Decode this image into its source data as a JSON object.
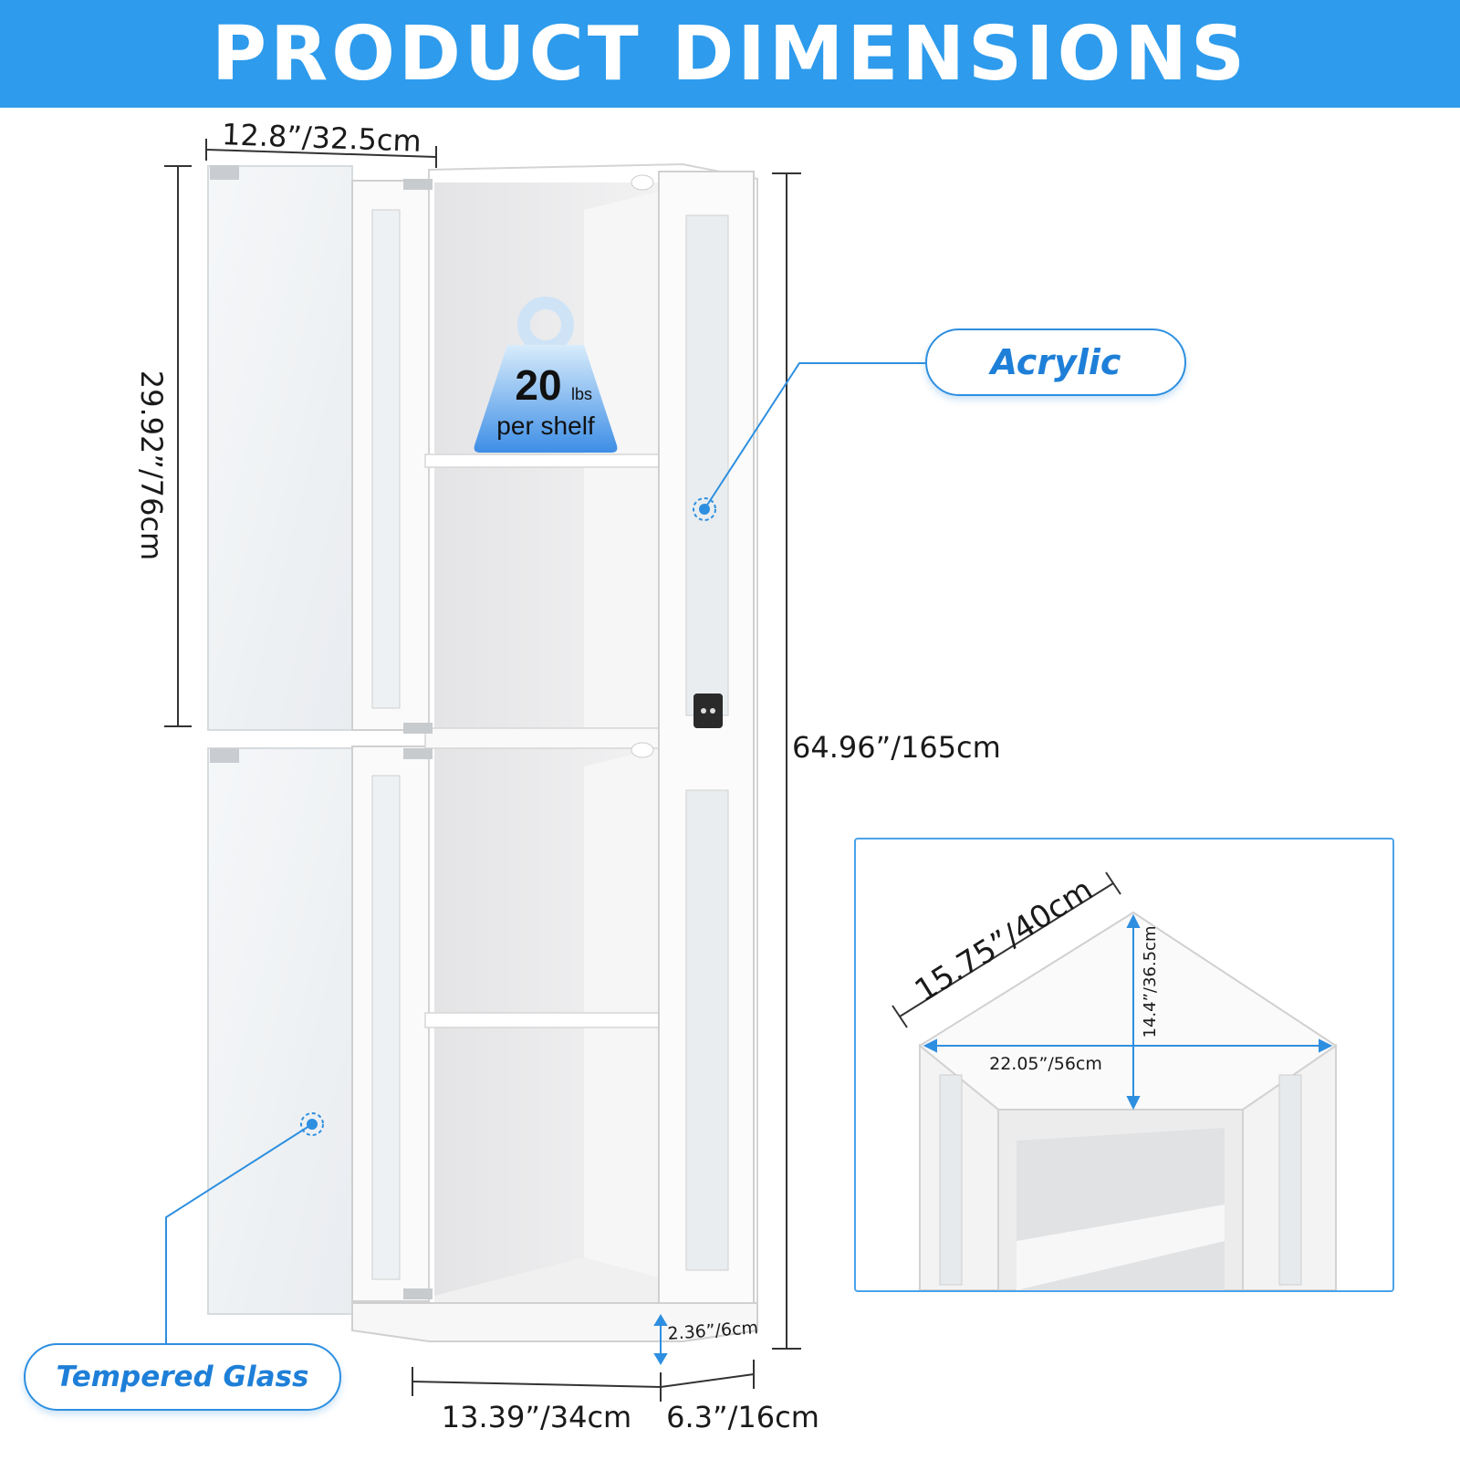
{
  "banner": {
    "title": "PRODUCT DIMENSIONS"
  },
  "dimensions": {
    "door_width": "12.8”/32.5cm",
    "upper_height": "29.92”/76cm",
    "total_height": "64.96”/165cm",
    "base_height": "2.36”/6cm",
    "front_width": "13.39”/34cm",
    "side_width": "6.3”/16cm"
  },
  "weight_badge": {
    "value": "20",
    "unit": "lbs",
    "caption": "per shelf"
  },
  "callouts": {
    "acrylic": "Acrylic",
    "glass": "Tempered Glass"
  },
  "inset": {
    "side": "15.75”/40cm",
    "depth": "14.4”/36.5cm",
    "diagonal": "22.05”/56cm"
  },
  "colors": {
    "banner": "#2e9bec",
    "accent": "#1e7fd8"
  }
}
